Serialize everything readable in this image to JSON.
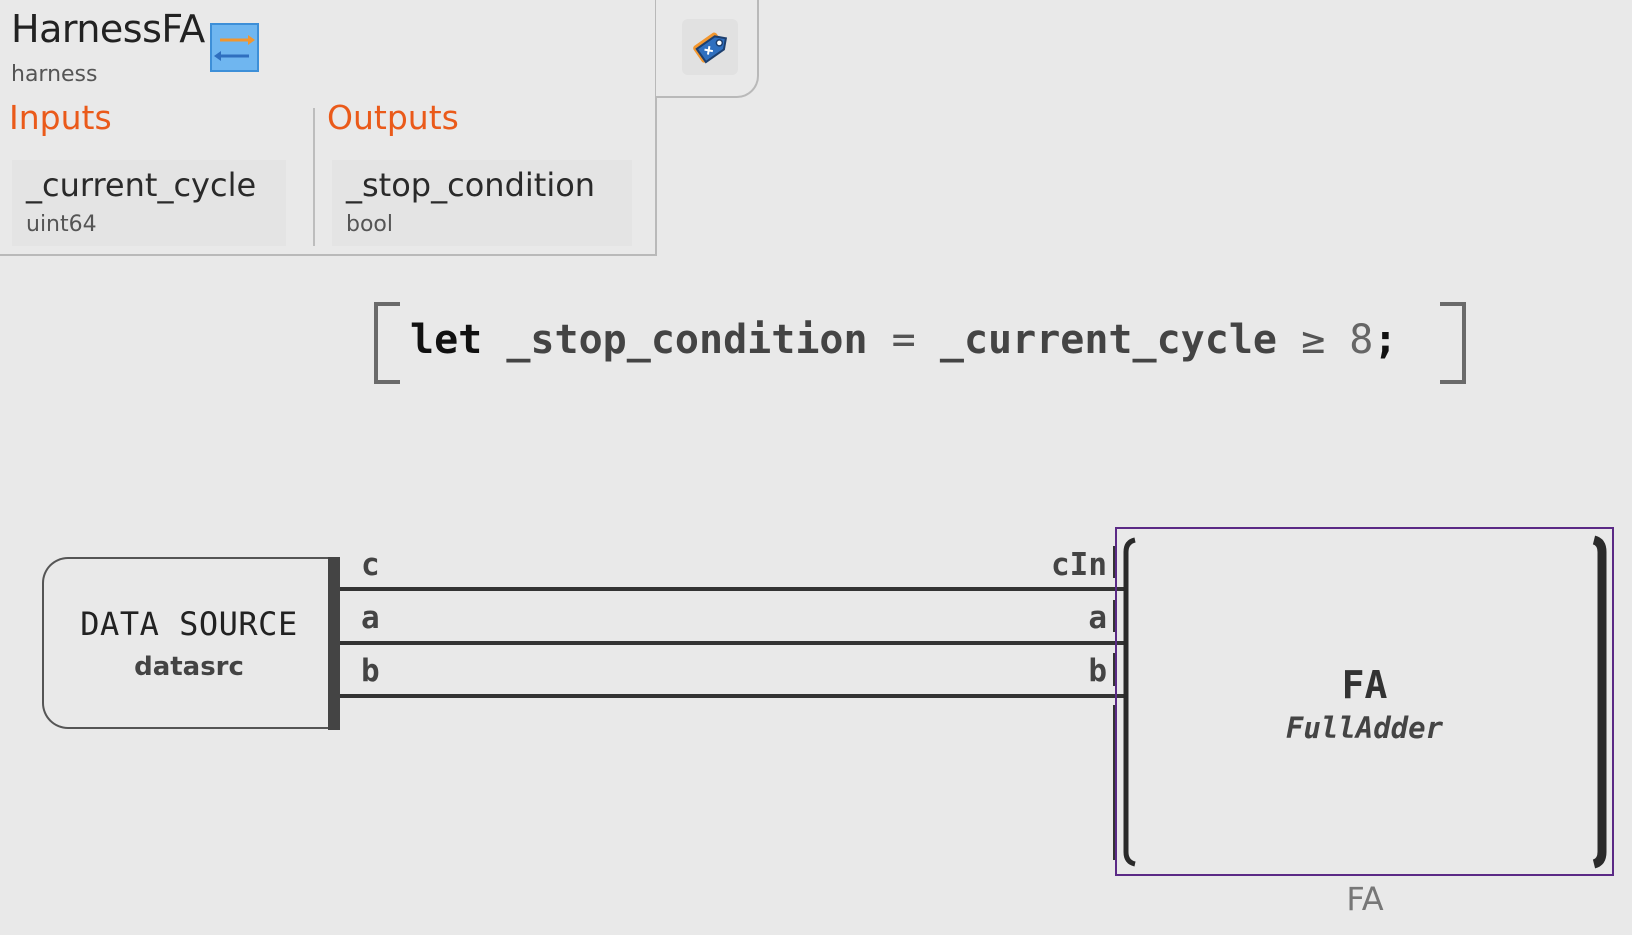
{
  "module": {
    "title": "HarnessFA",
    "kind": "harness",
    "swap_icon": "swap-arrows-icon",
    "tag_icon": "tag-icon"
  },
  "inputs": {
    "label": "Inputs",
    "ports": [
      {
        "name": "_current_cycle",
        "type": "uint64"
      }
    ]
  },
  "outputs": {
    "label": "Outputs",
    "ports": [
      {
        "name": "_stop_condition",
        "type": "bool"
      }
    ]
  },
  "statement": {
    "keyword": "let",
    "target": "_stop_condition",
    "assign": "=",
    "source": "_current_cycle",
    "operator": "≥",
    "value": "8",
    "terminator": ";"
  },
  "data_source": {
    "title": "DATA SOURCE",
    "name": "datasrc",
    "outputs": [
      "c",
      "a",
      "b"
    ]
  },
  "fa_block": {
    "name": "FA",
    "type": "FullAdder",
    "caption": "FA",
    "inputs": [
      "cIn",
      "a",
      "b"
    ],
    "border_color": "#5b2a86"
  },
  "colors": {
    "accent": "#ea5a1a",
    "swap_bg": "#6fb6f0",
    "tag_blue": "#2f6fbf",
    "tag_orange": "#f2962e"
  }
}
